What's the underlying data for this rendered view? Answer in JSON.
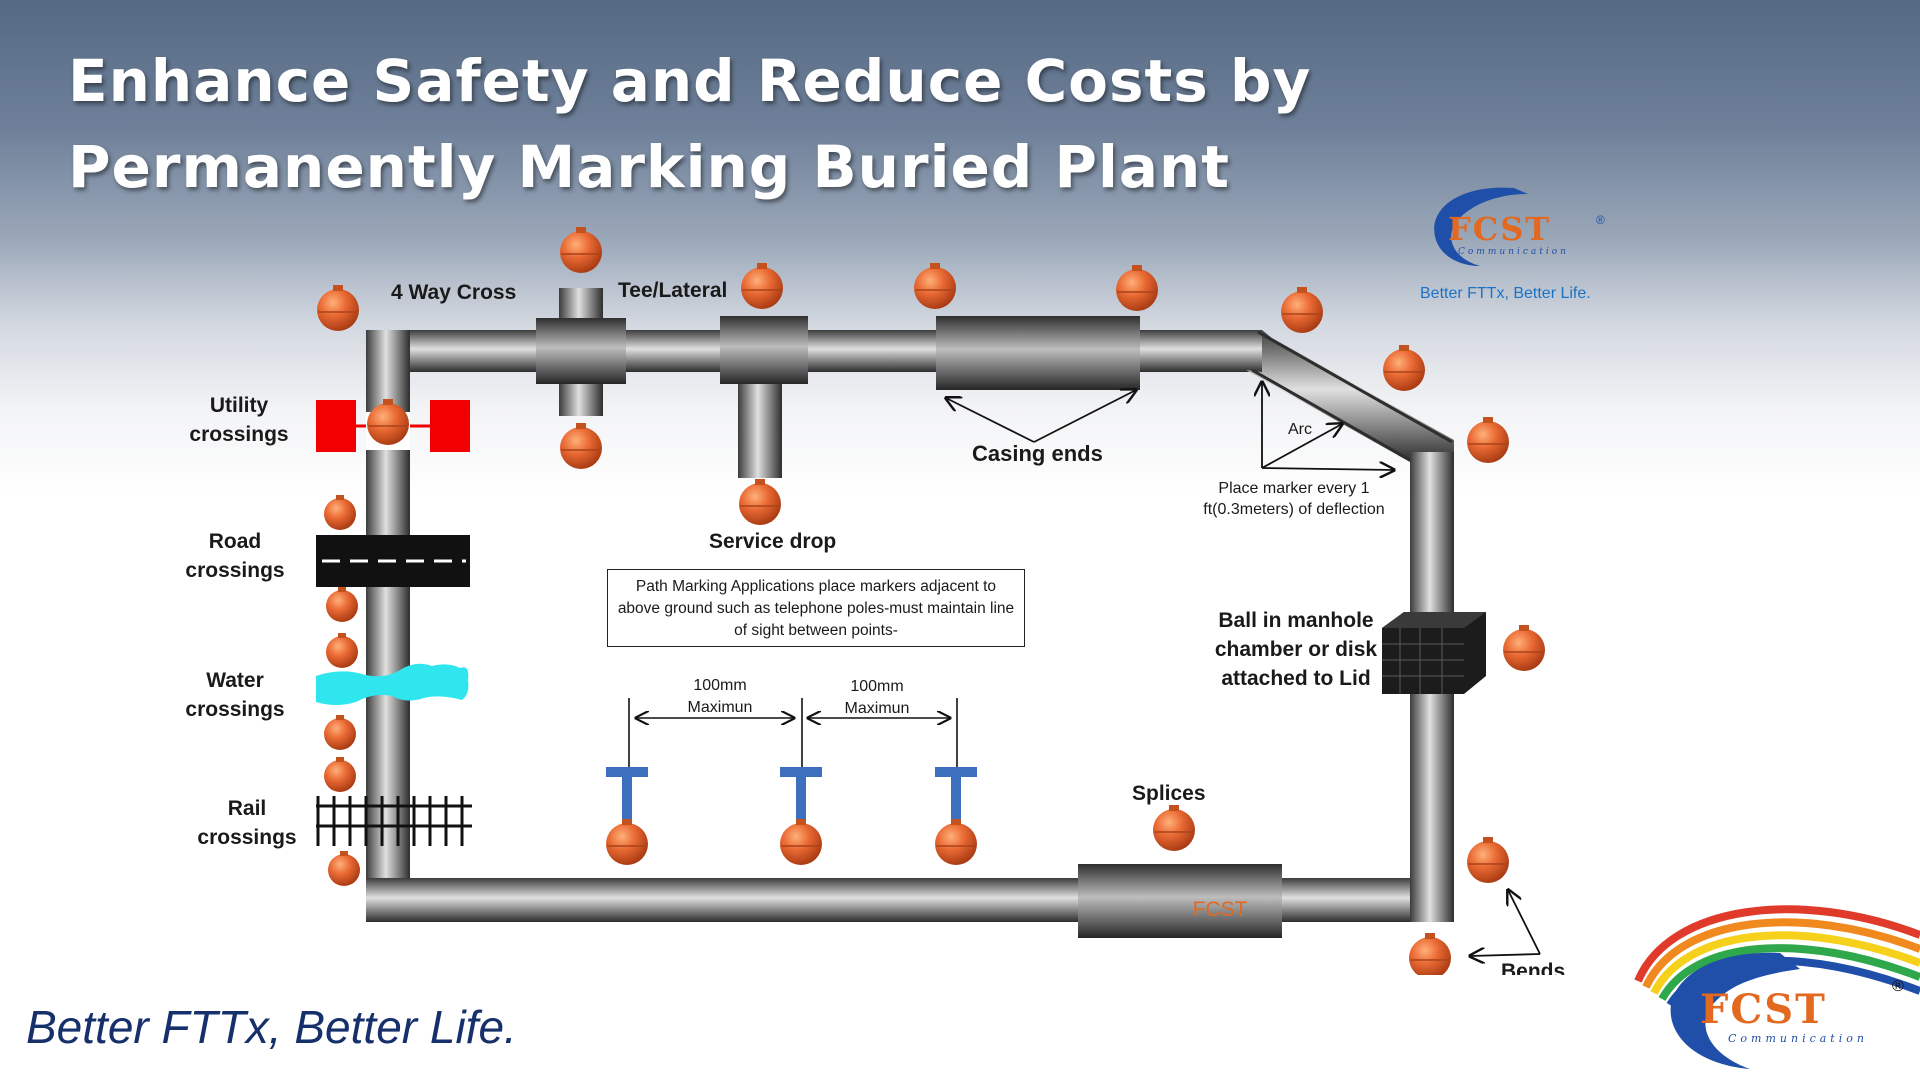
{
  "title": {
    "line1": "Enhance Safety and Reduce Costs by",
    "line2": "Permanently Marking Buried Plant"
  },
  "logo_top": {
    "word": "FCST",
    "sub": "Communication",
    "reg": "®",
    "tagline": "Better FTTx, Better Life."
  },
  "labels": {
    "four_way_cross": "4 Way Cross",
    "tee_lateral": "Tee/Lateral",
    "utility_crossings": "Utility\ncrossings",
    "road_crossings": "Road\ncrossings",
    "water_crossings": "Water\ncrossings",
    "rail_crossings": "Rail\ncrossings",
    "casing_ends": "Casing ends",
    "service_drop": "Service drop",
    "arc": "Arc",
    "place_marker": "Place marker every 1\nft(0.3meters) of deflection",
    "manhole": "Ball in manhole\nchamber or disk\nattached to Lid",
    "splices": "Splices",
    "bends": "Bends",
    "casing_brand": "FCST"
  },
  "note": "Path Marking Applications place markers adjacent to above ground such as telephone poles-must maintain line of sight between points-",
  "spacing": [
    {
      "value": "100mm",
      "unit": "Maximun"
    },
    {
      "value": "100mm",
      "unit": "Maximun"
    }
  ],
  "colors": {
    "marker": "#e06a3b",
    "utility": "#f20000",
    "water": "#2fe6ee",
    "pole": "#3d6fbf",
    "footer_text": "#16306b",
    "logo_orange": "#e2691f",
    "logo_blue": "#1f4fa8"
  },
  "footer": {
    "slogan": "Better FTTx, Better Life.",
    "logo_word": "FCST",
    "logo_sub": "Communication",
    "logo_reg": "®"
  }
}
